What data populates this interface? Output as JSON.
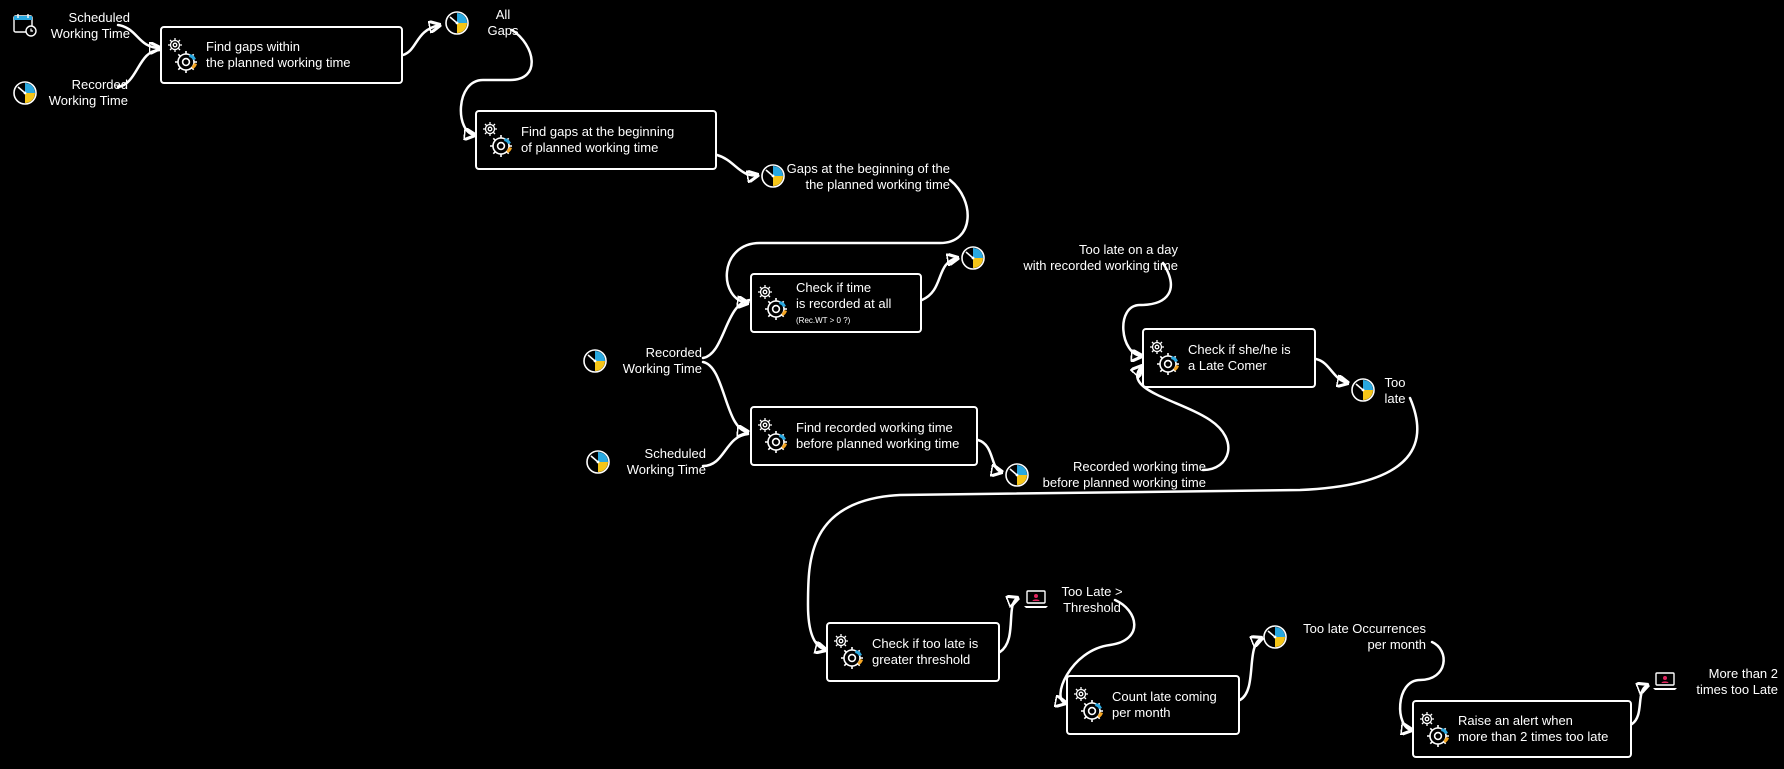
{
  "process_boxes": {
    "find_gaps_within": {
      "line1": "Find gaps within",
      "line2": "the planned working time"
    },
    "find_gaps_beginning": {
      "line1": "Find gaps at the beginning",
      "line2": "of planned working time"
    },
    "check_time_recorded": {
      "line1": "Check if time",
      "line2": "is recorded at all",
      "note": "(Rec.WT > 0 ?)"
    },
    "find_recorded_before": {
      "line1": "Find recorded working time",
      "line2": "before planned working time"
    },
    "check_late_comer": {
      "line1": "Check if she/he is",
      "line2": "a Late Comer"
    },
    "check_threshold": {
      "line1": "Check if too late is",
      "line2": "greater threshold"
    },
    "count_late": {
      "line1": "Count late coming",
      "line2": "per month"
    },
    "raise_alert": {
      "line1": "Raise an alert when",
      "line2": "more than 2 times too late"
    }
  },
  "data_labels": {
    "scheduled_wt_1": {
      "line1": "Scheduled",
      "line2": "Working Time"
    },
    "recorded_wt_1": {
      "line1": "Recorded",
      "line2": "Working Time"
    },
    "all_gaps": {
      "line1": "All",
      "line2": "Gaps"
    },
    "gaps_beginning": {
      "line1": "Gaps at the beginning of the",
      "line2": "the planned working time"
    },
    "too_late_day": {
      "line1": "Too late on a day",
      "line2": "with recorded working time"
    },
    "recorded_wt_2": {
      "line1": "Recorded",
      "line2": "Working Time"
    },
    "scheduled_wt_2": {
      "line1": "Scheduled",
      "line2": "Working Time"
    },
    "recorded_before": {
      "line1": "Recorded working time",
      "line2": "before planned working time"
    },
    "too_late": {
      "line1": "Too",
      "line2": "late"
    },
    "too_late_threshold": {
      "line1": "Too Late >",
      "line2": "Threshold"
    },
    "occurrences": {
      "line1": "Too late Occurrences",
      "line2": "per month"
    },
    "more_than_2": {
      "line1": "More than 2",
      "line2": "times too Late"
    }
  },
  "icons": {
    "process": "gear-icon",
    "dataset": "clock-icon",
    "calendar": "calendar-icon",
    "output": "laptop-icon"
  },
  "colors": {
    "background": "#000000",
    "line": "#ffffff",
    "clock_blue": "#29a8e0",
    "clock_yellow": "#f5c518",
    "gear_blue": "#29a8e0",
    "gear_orange": "#f5a623",
    "alert_red": "#e0245e"
  }
}
